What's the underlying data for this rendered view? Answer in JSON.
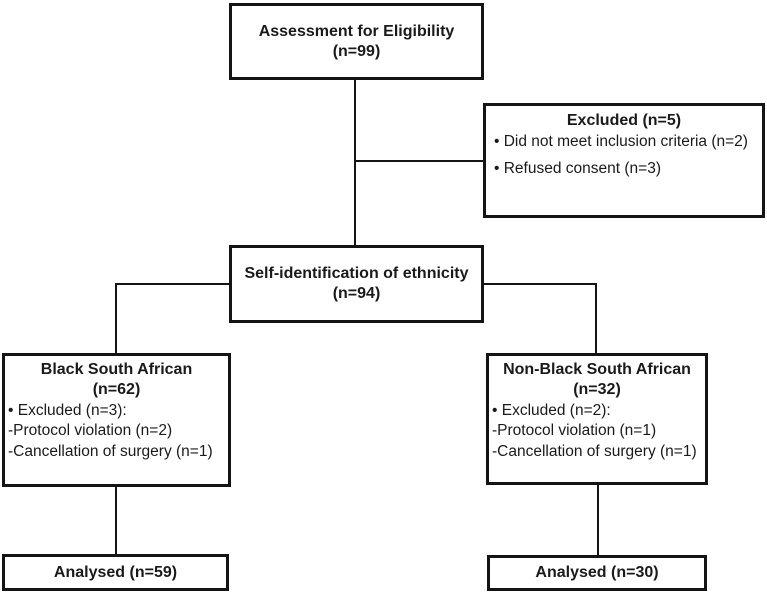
{
  "diagram": {
    "type": "flowchart",
    "colors": {
      "border": "#141414",
      "background": "#ffffff",
      "text": "#1a1a1a"
    },
    "boxes": {
      "assessment": {
        "line1": "Assessment for Eligibility",
        "line2": "(n=99)"
      },
      "excluded": {
        "title": "Excluded (n=5)",
        "items": [
          "• Did not meet inclusion criteria (n=2)",
          "• Refused consent (n=3)"
        ]
      },
      "ethnicity": {
        "line1": "Self-identification of ethnicity",
        "line2": "(n=94)"
      },
      "black": {
        "line1": "Black South African",
        "line2": "(n=62)",
        "items": [
          "• Excluded (n=3):",
          "-Protocol violation (n=2)",
          "-Cancellation of surgery (n=1)"
        ]
      },
      "nonblack": {
        "line1": "Non-Black South African",
        "line2": "(n=32)",
        "items": [
          "• Excluded (n=2):",
          "-Protocol violation (n=1)",
          "-Cancellation of surgery (n=1)"
        ]
      },
      "analysed_black": {
        "label": "Analysed (n=59)"
      },
      "analysed_nonblack": {
        "label": "Analysed (n=30)"
      }
    }
  }
}
